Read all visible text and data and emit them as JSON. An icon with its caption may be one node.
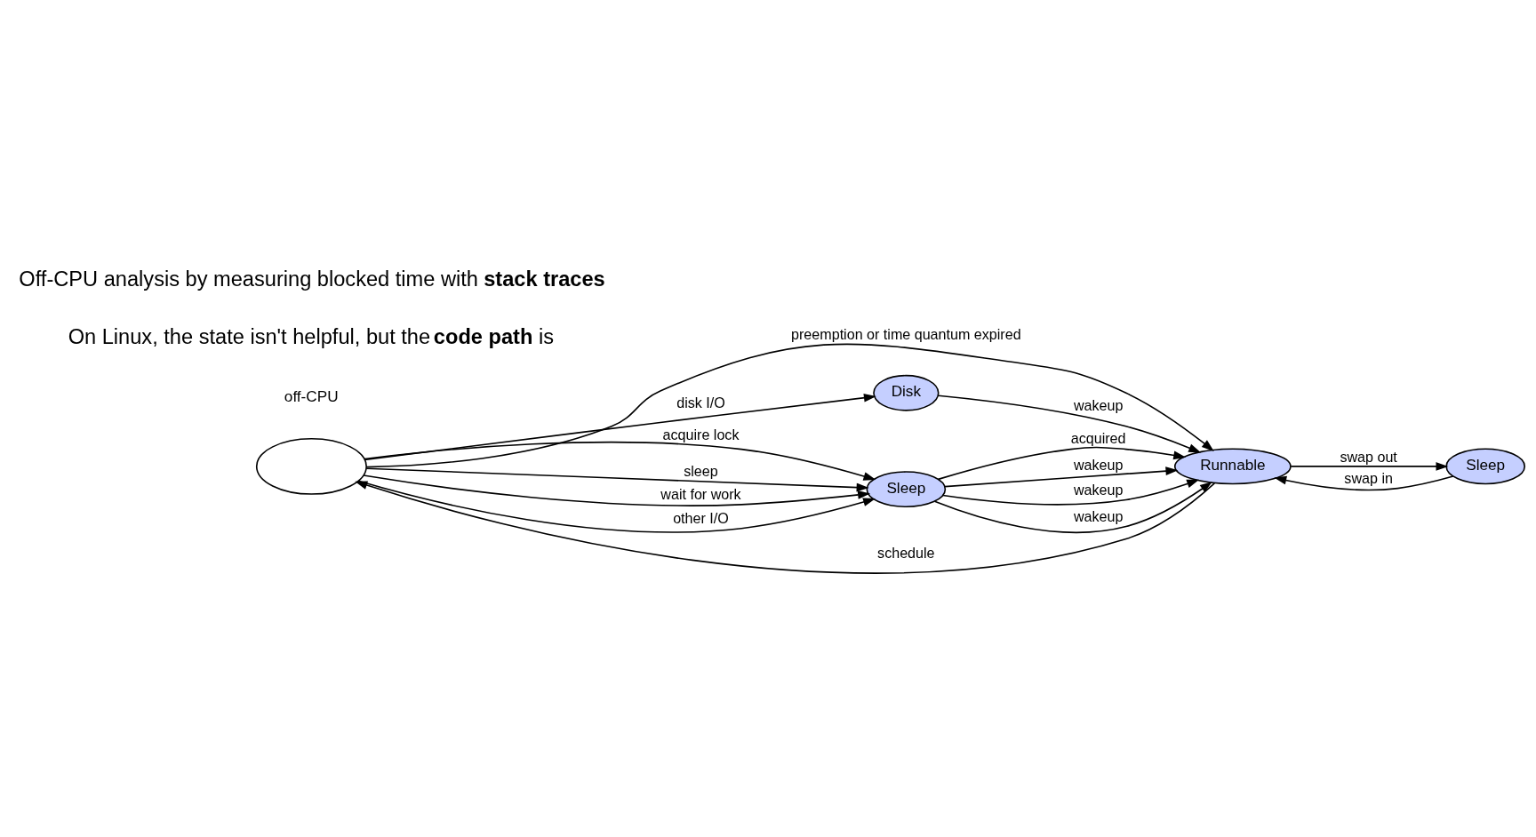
{
  "diagram": {
    "nodes": [
      {
        "text": [],
        "shape": "ellipse"
      },
      {
        "text": [
          "Runnable"
        ]
      },
      {
        "text": [
          "Sleep"
        ]
      },
      {
        "text": [
          "Disk"
        ]
      },
      {
        "text": [
          "Sleep"
        ]
      }
    ],
    "edges": [
      {
        "from": 0,
        "to": 1,
        "arrow": "to",
        "label": "preemption or time quantum expired"
      },
      {
        "from": 1,
        "to": 0,
        "arrow": "to",
        "label": "schedule"
      },
      {
        "from": 1,
        "to": 2,
        "arrow": "to",
        "label": "swap out"
      },
      {
        "from": 2,
        "to": 1,
        "arrow": "to",
        "label": "swap in"
      },
      {
        "from": 0,
        "to": 3,
        "arrow": "to",
        "label": "disk I/O"
      },
      {
        "from": 0,
        "to": 4,
        "arrow": "to",
        "label": "acquire lock"
      },
      {
        "from": 0,
        "to": 4,
        "arrow": "to",
        "label": "sleep"
      },
      {
        "from": 0,
        "to": 4,
        "arrow": "to",
        "label": "wait for work"
      },
      {
        "from": 0,
        "to": 4,
        "arrow": "to",
        "label": "other I/O"
      },
      {
        "from": 3,
        "to": 1,
        "arrow": "to",
        "label": "wakeup"
      },
      {
        "from": 4,
        "to": 1,
        "arrow": "to",
        "label": "acquired"
      },
      {
        "from": 4,
        "to": 1,
        "arrow": "to",
        "label": "wakeup"
      },
      {
        "from": 4,
        "to": 1,
        "arrow": "to",
        "label": "wakeup"
      },
      {
        "from": 4,
        "to": 1,
        "arrow": "to",
        "label": "wakeup"
      }
    ],
    "labels": [
      "off-CPU",
      "On Linux, the state isn't helpful, but the **code path** is",
      "Off-CPU analysis by measuring blocked time with **stack traces**"
    ]
  }
}
